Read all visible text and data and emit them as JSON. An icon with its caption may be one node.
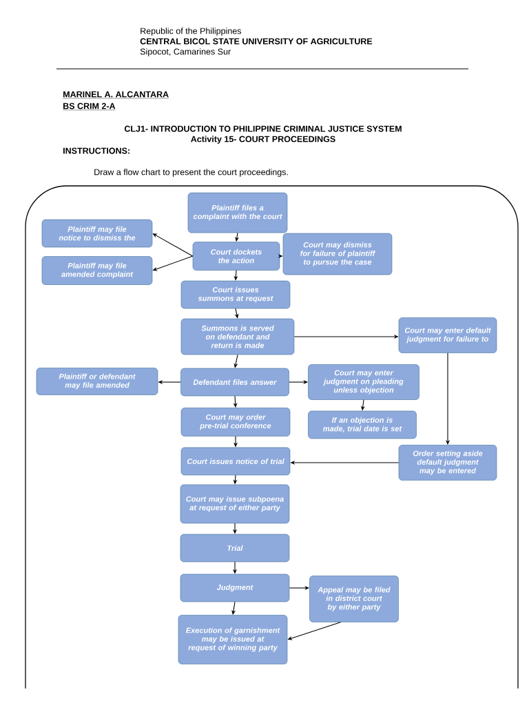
{
  "diagram": {
    "nodes": [
      {
        "text": [
          "Plaintiff files a complaint with the court"
        ]
      },
      {
        "text": [
          "Plaintiff may file notice to dismiss the"
        ]
      },
      {
        "text": [
          "Court dockets the action"
        ]
      },
      {
        "text": [
          "Court may dismiss for failure of plaintiff to pursue the case"
        ]
      },
      {
        "text": [
          "Plaintiff may file amended complaint"
        ]
      },
      {
        "text": [
          "Court issues summons at request"
        ]
      },
      {
        "text": [
          "Summons is served on defendant and return is made"
        ]
      },
      {
        "text": [
          "Court may enter default judgment for failure to"
        ]
      },
      {
        "text": [
          "Plaintiff or defendant may file amended"
        ]
      },
      {
        "text": [
          "Defendant files answer"
        ]
      },
      {
        "text": [
          "Court may enter judgment on pleading unless objection"
        ]
      },
      {
        "text": [
          "Court may order pre-trial conference"
        ]
      },
      {
        "text": [
          "If an objection is made, trial date is set"
        ]
      },
      {
        "text": [
          "Court issues notice of trial"
        ]
      },
      {
        "text": [
          "Order setting aside default judgment may be entered"
        ]
      },
      {
        "text": [
          "Court may issue subpoena at request of either party"
        ]
      },
      {
        "text": [
          "Trial"
        ]
      },
      {
        "text": [
          "Judgment"
        ]
      },
      {
        "text": [
          "Appeal may be filed in district court by either party"
        ]
      },
      {
        "text": [
          "Execution of garnishment may be issued at request of winning party"
        ]
      }
    ],
    "edges": [
      {
        "from": 0,
        "to": 2,
        "arrow": "to"
      },
      {
        "from": 2,
        "to": 1,
        "arrow": "to"
      },
      {
        "from": 2,
        "to": 4,
        "arrow": "to"
      },
      {
        "from": 2,
        "to": 3,
        "arrow": "to"
      },
      {
        "from": 2,
        "to": 5,
        "arrow": "to"
      },
      {
        "from": 5,
        "to": 6,
        "arrow": "to"
      },
      {
        "from": 6,
        "to": 7,
        "arrow": "to"
      },
      {
        "from": 6,
        "to": 9,
        "arrow": "to"
      },
      {
        "from": 9,
        "to": 8,
        "arrow": "to"
      },
      {
        "from": 9,
        "to": 10,
        "arrow": "to"
      },
      {
        "from": 10,
        "to": 12,
        "arrow": "to"
      },
      {
        "from": 9,
        "to": 11,
        "arrow": "to"
      },
      {
        "from": 11,
        "to": 13,
        "arrow": "to"
      },
      {
        "from": 7,
        "to": 14,
        "arrow": "to"
      },
      {
        "from": 14,
        "to": 13,
        "arrow": "to"
      },
      {
        "from": 13,
        "to": 15,
        "arrow": "to"
      },
      {
        "from": 15,
        "to": 16,
        "arrow": "to"
      },
      {
        "from": 16,
        "to": 17,
        "arrow": "to"
      },
      {
        "from": 17,
        "to": 18,
        "arrow": "to"
      },
      {
        "from": 18,
        "to": 19,
        "arrow": "to"
      },
      {
        "from": 17,
        "to": 19,
        "arrow": "to"
      }
    ],
    "labels": [
      "Republic of the Philippines",
      "CENTRAL BICOL STATE UNIVERSITY OF AGRICULTURE",
      "Sipocot, Camarines Sur",
      "MARINEL A. ALCANTARA",
      "BS CRIM 2-A",
      "CLJ1- INTRODUCTION TO PHILIPPINE CRIMINAL JUSTICE SYSTEM",
      "Activity 15- COURT PROCEEDINGS",
      "INSTRUCTIONS:",
      "Draw a flow chart to present the court proceedings."
    ]
  }
}
